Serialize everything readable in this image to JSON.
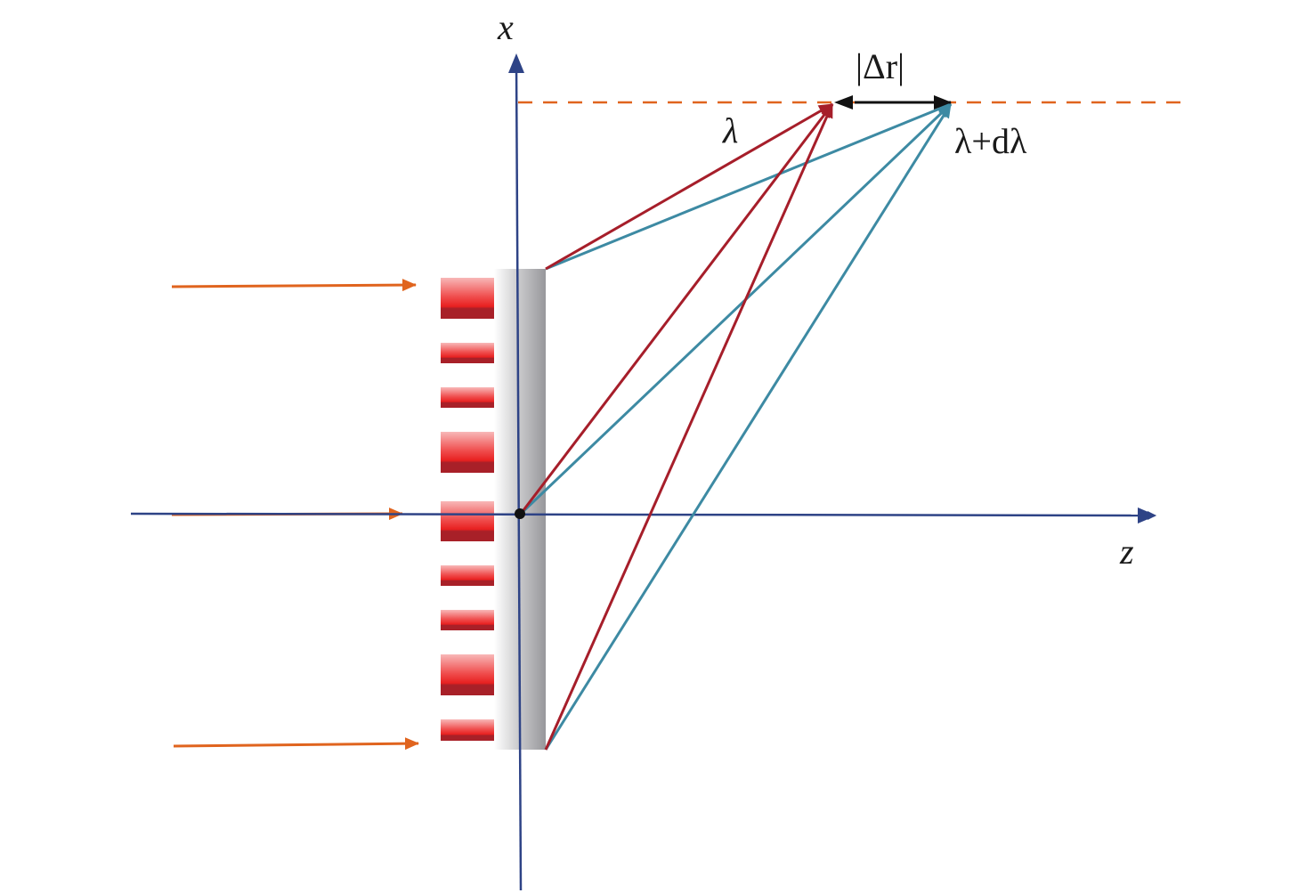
{
  "labels": {
    "x_axis": "x",
    "z_axis": "z",
    "lambda": "λ",
    "lambda_plus_dlambda": "λ+dλ",
    "delta_r": "|Δr|"
  },
  "colors": {
    "axis": "#2e4386",
    "red_ray": "#a61e2a",
    "teal_ray": "#3d8aa3",
    "incident": "#e0641e",
    "dashed": "#e0641e",
    "delta_arrow": "#111111"
  }
}
